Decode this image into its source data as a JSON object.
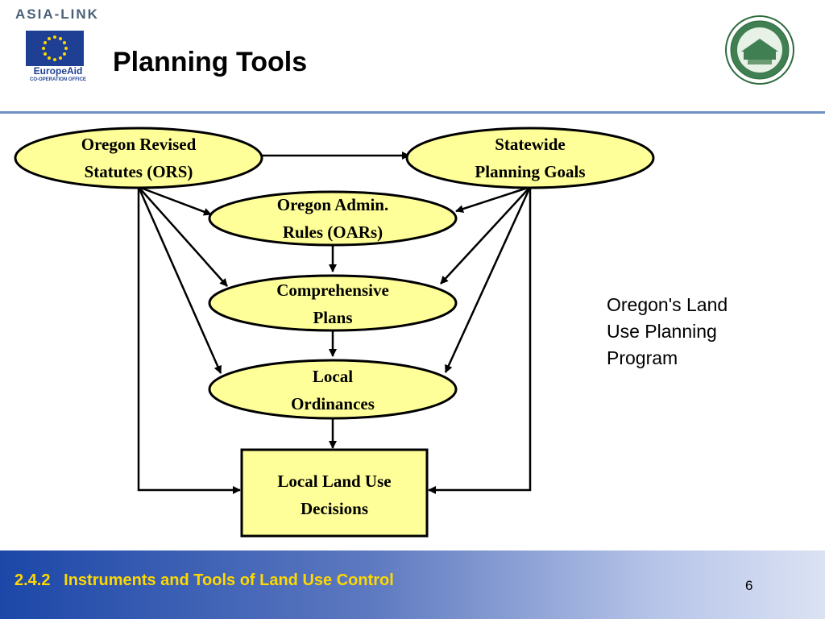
{
  "header": {
    "title": "Planning Tools",
    "logo_left": {
      "top_text": "ASIA-LINK",
      "name": "EuropeAid",
      "subtitle": "CO-OPERATION OFFICE"
    },
    "logo_right": {
      "icon": "wuhan-university-seal"
    }
  },
  "diagram": {
    "nodes": [
      {
        "id": "ors",
        "line1": "Oregon Revised",
        "line2": "Statutes (ORS)"
      },
      {
        "id": "goals",
        "line1": "Statewide",
        "line2": "Planning Goals"
      },
      {
        "id": "oars",
        "line1": "Oregon Admin.",
        "line2": "Rules (OARs)"
      },
      {
        "id": "plans",
        "line1": "Comprehensive",
        "line2": "Plans"
      },
      {
        "id": "ordinances",
        "line1": "Local",
        "line2": "Ordinances"
      },
      {
        "id": "decisions",
        "line1": "Local Land Use",
        "line2": "Decisions"
      }
    ],
    "edges": [
      [
        "ors",
        "goals"
      ],
      [
        "ors",
        "oars"
      ],
      [
        "ors",
        "plans"
      ],
      [
        "ors",
        "ordinances"
      ],
      [
        "ors",
        "decisions"
      ],
      [
        "goals",
        "oars"
      ],
      [
        "goals",
        "plans"
      ],
      [
        "goals",
        "ordinances"
      ],
      [
        "goals",
        "decisions"
      ],
      [
        "oars",
        "plans"
      ],
      [
        "plans",
        "ordinances"
      ],
      [
        "ordinances",
        "decisions"
      ]
    ],
    "node_fill": "#ffff99",
    "stroke": "#000000"
  },
  "side_note": {
    "line1": "Oregon's Land",
    "line2": "Use Planning",
    "line3": "Program"
  },
  "footer": {
    "text": "2.4.2   Instruments and Tools of Land Use Control",
    "page": "6",
    "text_color": "#ffd800"
  }
}
